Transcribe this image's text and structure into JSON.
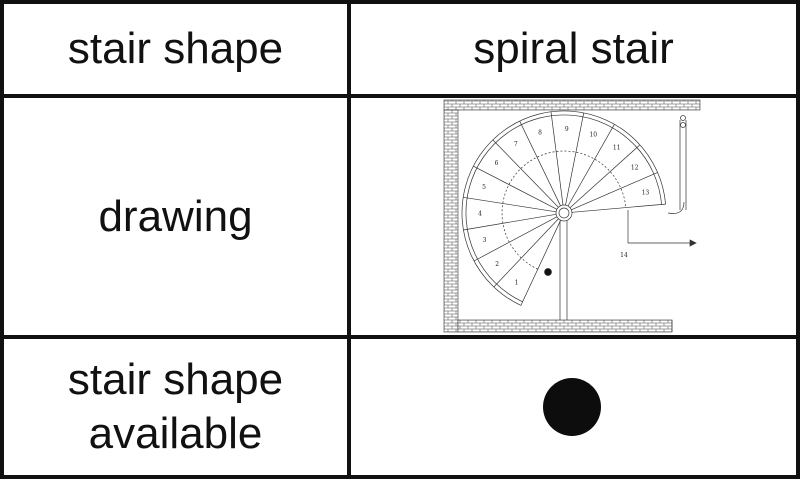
{
  "table": {
    "header": {
      "label": "stair shape",
      "value": "spiral stair"
    },
    "drawing_row": {
      "label": "drawing"
    },
    "available_row": {
      "label_line1": "stair shape",
      "label_line2": "available"
    }
  },
  "drawing": {
    "step_numbers": [
      "1",
      "2",
      "3",
      "4",
      "5",
      "6",
      "7",
      "8",
      "9",
      "10",
      "11",
      "12",
      "13",
      "14"
    ]
  },
  "colors": {
    "line": "#111111",
    "dot": "#0d0d0d"
  }
}
